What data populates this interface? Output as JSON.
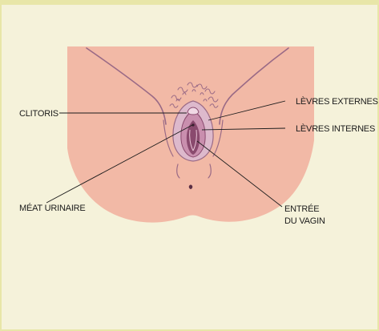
{
  "labels": {
    "clitoris": "CLITORIS",
    "levres_externes": "LÈVRES EXTERNES",
    "levres_internes": "LÈVRES INTERNES",
    "meat_urinaire": "MÉAT URINAIRE",
    "entree_line1": "ENTRÉE",
    "entree_line2": "DU VAGIN"
  },
  "colors": {
    "background": "#f5f2da",
    "border": "#e8e6a8",
    "skin": "#f2b9a6",
    "skin_line": "#9a6a86",
    "labia_outer": "#ddb9cc",
    "labia_inner": "#c98fae",
    "vestibule": "#8a4a6e"
  }
}
